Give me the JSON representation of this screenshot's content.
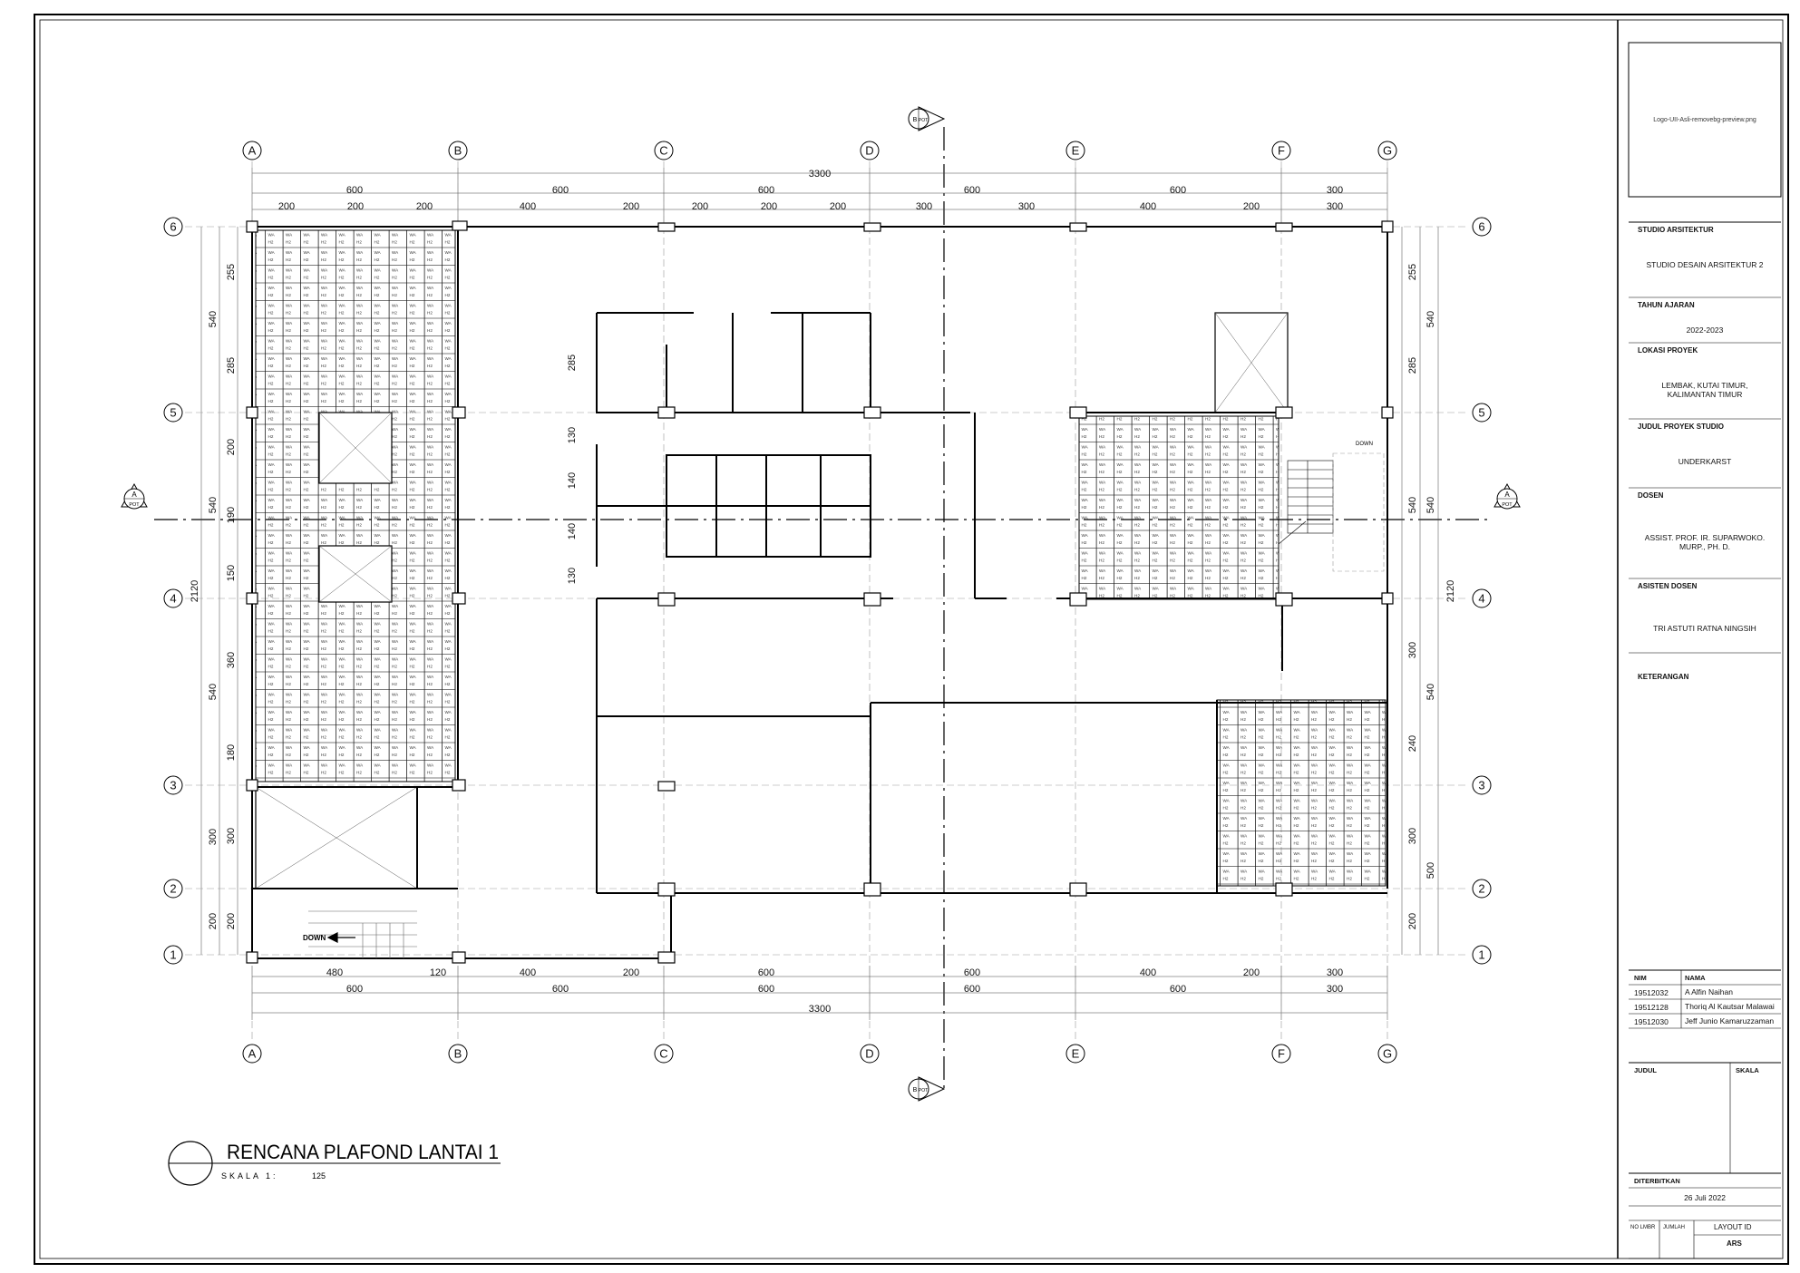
{
  "drawing": {
    "title": "RENCANA PLAFOND LANTAI 1",
    "scale_label": "SKALA 1:",
    "scale_value": "125",
    "grid_columns": [
      "A",
      "B",
      "C",
      "D",
      "E",
      "F",
      "G"
    ],
    "grid_rows": [
      "6",
      "5",
      "4",
      "3",
      "2",
      "1"
    ],
    "dim_top_total": "3300",
    "dim_top_row1": [
      "600",
      "600",
      "600",
      "600",
      "600",
      "300"
    ],
    "dim_top_row2": [
      "200",
      "200",
      "200",
      "400",
      "200",
      "200",
      "200",
      "200",
      "300",
      "300",
      "400",
      "200",
      "300"
    ],
    "dim_bottom_row1": [
      "480",
      "120",
      "400",
      "200",
      "600",
      "600",
      "400",
      "200",
      "300"
    ],
    "dim_bottom_row2": [
      "600",
      "600",
      "600",
      "600",
      "600",
      "300"
    ],
    "dim_bottom_total": "3300",
    "dim_left_total": "2120",
    "dim_left_outer": [
      "540",
      "540",
      "540",
      "300",
      "200"
    ],
    "dim_left_inner": [
      "255",
      "285",
      "200",
      "190",
      "150",
      "360",
      "180",
      "300",
      "200"
    ],
    "dim_right_total": "2120",
    "dim_right_outer": [
      "540",
      "540",
      "540",
      "500"
    ],
    "dim_right_inner": [
      "255",
      "285",
      "540",
      "300",
      "240",
      "300",
      "200"
    ],
    "dim_core_inner": [
      "285",
      "130",
      "140",
      "140",
      "130"
    ],
    "section_marker_letter": "A",
    "section_marker_sheet": "POT",
    "section_marker_b_letter": "B",
    "section_marker_b_sheet": "POT",
    "stair_label_down": "DOWN",
    "stair_label_down_right": "DOWN",
    "panel_codes": [
      "WA",
      "W1",
      "H2",
      "H2",
      "H2"
    ]
  },
  "title_block": {
    "logo_placeholder": "Logo-UII-Asli-removebg-preview.png",
    "studio_label": "STUDIO ARSITEKTUR",
    "studio_value": "STUDIO DESAIN ARSITEKTUR 2",
    "year_label": "TAHUN AJARAN",
    "year_value": "2022-2023",
    "location_label": "LOKASI PROYEK",
    "location_value_1": "LEMBAK, KUTAI TIMUR,",
    "location_value_2": "KALIMANTAN TIMUR",
    "project_label": "JUDUL PROYEK STUDIO",
    "project_value": "UNDERKARST",
    "lecturer_label": "DOSEN",
    "lecturer_value_1": "ASSIST. PROF. IR. SUPARWOKO.",
    "lecturer_value_2": "MURP., PH. D.",
    "assistant_label": "ASISTEN DOSEN",
    "assistant_value": "TRI ASTUTI RATNA NINGSIH",
    "notes_label": "KETERANGAN",
    "nim_label": "NIM",
    "name_label": "NAMA",
    "students": [
      {
        "nim": "19512032",
        "name": "A Alfin Naihan"
      },
      {
        "nim": "19512128",
        "name": "Thoriq Al Kautsar Malawai"
      },
      {
        "nim": "19512030",
        "name": "Jeff Junio Kamaruzzaman"
      }
    ],
    "judul_label": "JUDUL",
    "skala_label": "SKALA",
    "published_label": "DITERBITKAN",
    "published_value": "26 Juli 2022",
    "sheet_no_label": "NO LMBR",
    "count_label": "JUMLAH",
    "layout_label": "LAYOUT ID",
    "layout_value": "ARS"
  }
}
